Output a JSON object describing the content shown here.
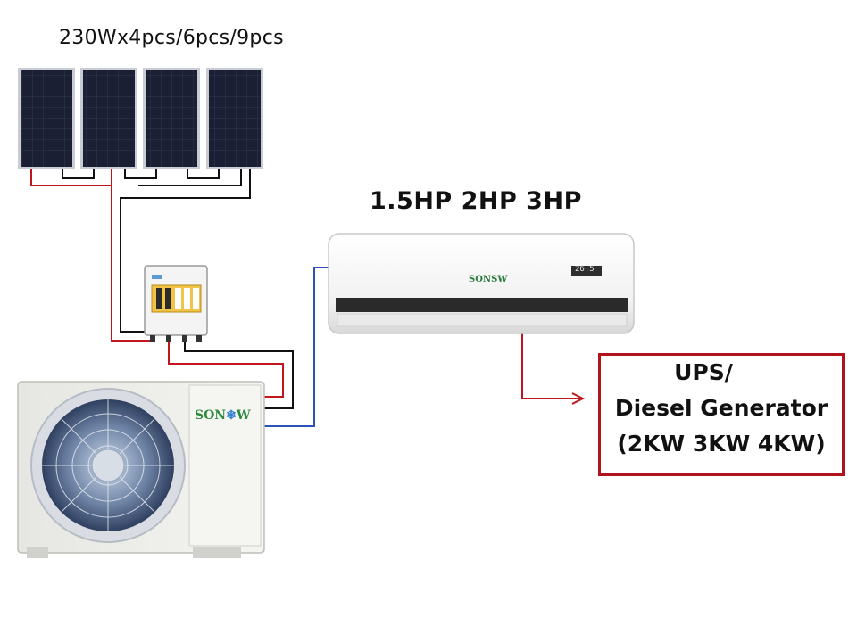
{
  "panels": {
    "label": "230Wx4pcs/6pcs/9pcs",
    "count_shown": 4
  },
  "indoor_unit": {
    "capacity_label": "1.5HP 2HP 3HP",
    "brand": "SONSW",
    "display_reading": "26.5"
  },
  "outdoor_unit": {
    "brand_left": "SON",
    "brand_right": "W",
    "brand_symbol": "snowflake-icon"
  },
  "backup_power": {
    "line1": "UPS/",
    "line2": "Diesel Generator",
    "line3": "(2KW 3KW 4KW)"
  },
  "colors": {
    "positive_wire": "#c0151c",
    "negative_wire": "#111111",
    "signal_wire": "#2a52b8",
    "box_border": "#b0131b",
    "panel_cell": "#1a1f33"
  }
}
